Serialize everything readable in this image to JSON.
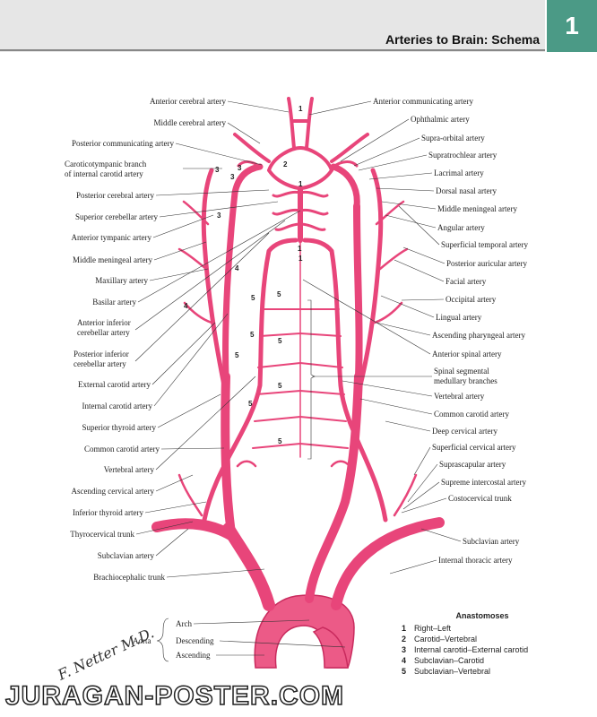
{
  "header": {
    "title": "Arteries to Brain: Schema",
    "chapter": "1"
  },
  "labels_left": [
    "Anterior cerebral artery",
    "Middle cerebral artery",
    "Posterior communicating artery",
    "Caroticotympanic branch",
    "of internal carotid artery",
    "Posterior cerebral artery",
    "Superior cerebellar artery",
    "Anterior tympanic artery",
    "Middle meningeal artery",
    "Maxillary artery",
    "Basilar artery",
    "Anterior inferior",
    "cerebellar artery",
    "Posterior inferior",
    "cerebellar artery",
    "External carotid artery",
    "Internal carotid artery",
    "Superior thyroid artery",
    "Common carotid artery",
    "Vertebral artery",
    "Ascending cervical artery",
    "Inferior thyroid artery",
    "Thyrocervical trunk",
    "Subclavian artery",
    "Brachiocephalic trunk"
  ],
  "labels_right": [
    "Anterior communicating artery",
    "Ophthalmic artery",
    "Supra-orbital artery",
    "Supratrochlear artery",
    "Lacrimal artery",
    "Dorsal nasal artery",
    "Middle meningeal artery",
    "Angular artery",
    "Superficial temporal artery",
    "Posterior auricular artery",
    "Facial artery",
    "Occipital artery",
    "Lingual artery",
    "Ascending pharyngeal artery",
    "Anterior spinal artery",
    "Spinal segmental",
    "medullary branches",
    "Vertebral artery",
    "Common carotid artery",
    "Deep cervical artery",
    "Superficial cervical artery",
    "Suprascapular artery",
    "Supreme intercostal artery",
    "Costocervical trunk",
    "Subclavian artery",
    "Internal thoracic artery"
  ],
  "aorta": {
    "title": "Aorta",
    "parts": [
      "Arch",
      "Descending",
      "Ascending"
    ]
  },
  "legend": {
    "title": "Anastomoses",
    "items": [
      {
        "num": "1",
        "text": "Right–Left"
      },
      {
        "num": "2",
        "text": "Carotid–Vertebral"
      },
      {
        "num": "3",
        "text": "Internal carotid–External carotid"
      },
      {
        "num": "4",
        "text": "Subclavian–Carotid"
      },
      {
        "num": "5",
        "text": "Subclavian–Vertebral"
      }
    ]
  },
  "diagram_numbers": [
    "1",
    "2",
    "1",
    "1",
    "1",
    "3",
    "3",
    "3",
    "3",
    "4",
    "4",
    "5",
    "5",
    "5",
    "5",
    "5",
    "5",
    "5",
    "5"
  ],
  "signature": "F. Netter M.D.",
  "watermark": "JURAGAN-POSTER.COM",
  "colors": {
    "artery": "#e8457a",
    "artery_dark": "#c92b5e",
    "tab": "#4b9a86",
    "header_bg": "#e6e6e6"
  }
}
